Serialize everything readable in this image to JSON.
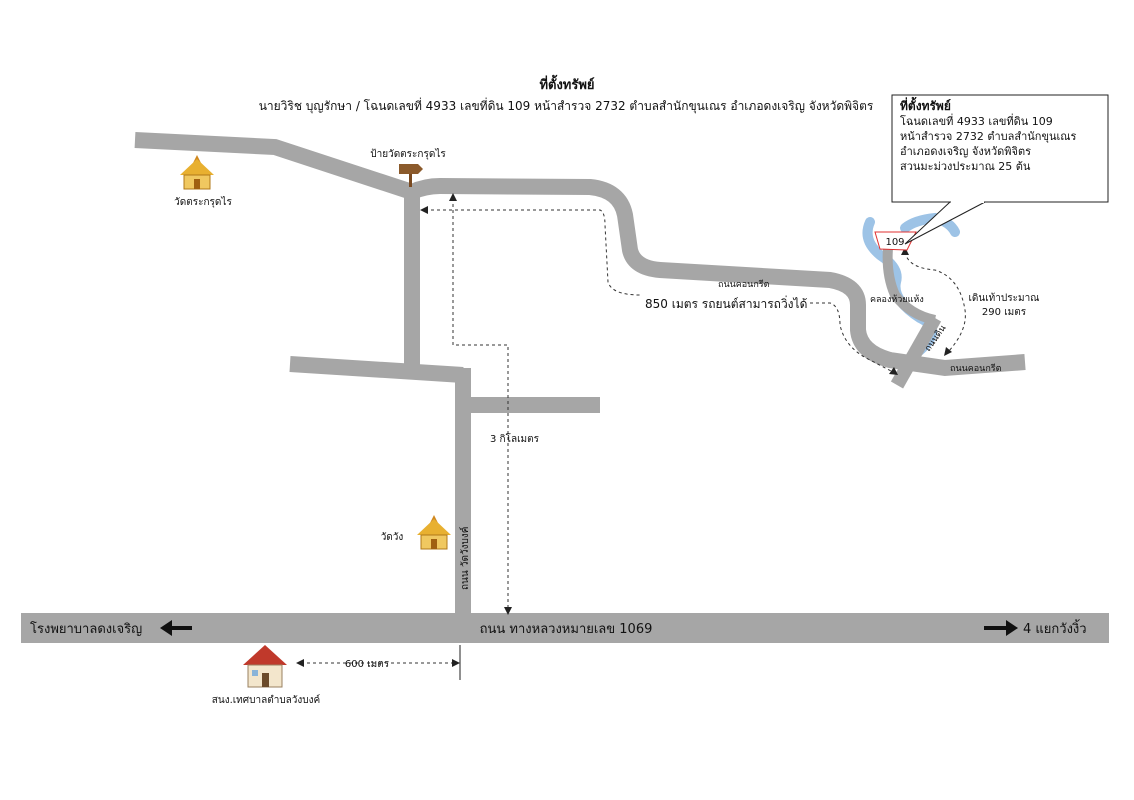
{
  "header": {
    "title": "ที่ตั้งทรัพย์",
    "subtitle": "นายวิริช  บุญรักษา / โฉนดเลขที่ 4933 เลขที่ดิน 109 หน้าสำรวจ 2732 ตำบลสำนักขุนเณร อำเภอดงเจริญ จังหวัดพิจิตร"
  },
  "callout": {
    "title": "ที่ตั้งทรัพย์",
    "lines": [
      "โฉนดเลขที่ 4933 เลขที่ดิน 109",
      "หน้าสำรวจ 2732 ตำบลสำนักขุนเณร",
      "อำเภอดงเจริญ จังหวัดพิจิตร",
      "สวนมะม่วงประมาณ 25  ต้น"
    ]
  },
  "places": {
    "temple_top": "วัดตระกรุดไร",
    "temple_sign": "ป้ายวัดตระกรุดไร",
    "temple_wang": "วัดวัง",
    "office": "สนง.เทศบาลตำบลวังบงค์",
    "plot_number": "109"
  },
  "roads": {
    "main_highway": "ถนน ทางหลวงหมายเลข 1069",
    "left_dest": "โรงพยาบาลดงเจริญ",
    "right_dest": "4 แยกวังงิ้ว",
    "vertical_road": "ถนน วัดวังบงค์",
    "concrete_1": "ถนนคอนกรีต",
    "concrete_2": "ถนนคอนกรีต",
    "dirt_road": "ถนนดิน",
    "canal": "คลองห้วยแห้ง"
  },
  "distances": {
    "drive": "850 เมตร รถยนต์สามารถวิ่งได้",
    "walk_1": "เดินเท้าประมาณ",
    "walk_2": "290 เมตร",
    "three_km": "3 กิโลเมตร",
    "six_hundred": "600 เมตร"
  },
  "colors": {
    "road": "#a6a6a6",
    "canal": "#9dc3e6",
    "plot_outline": "#e03030",
    "temple": "#e8b030",
    "roof": "#c0392b"
  }
}
